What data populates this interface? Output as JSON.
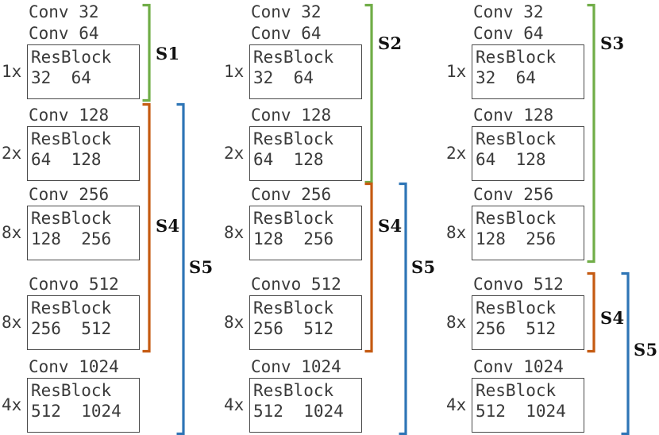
{
  "figure": {
    "type": "neural-network-architecture-diagram",
    "description": "Three variants of a darknet-style backbone showing which residual stages each scale S1-S5 draws features from.",
    "colors": {
      "green": "#70AD47",
      "orange": "#C55A11",
      "blue": "#2E75B6",
      "box_border": "#4a4a4a",
      "text": "#3a3a3a",
      "label_text": "#111111",
      "background": "#ffffff"
    }
  },
  "stages": [
    {
      "id": "stage-1",
      "conv": "Conv 32",
      "conv_extra": "Conv 64",
      "multiplier": "1x",
      "block_name": "ResBlock",
      "block_channels": "32  64"
    },
    {
      "id": "stage-2",
      "conv": "Conv 128",
      "multiplier": "2x",
      "block_name": "ResBlock",
      "block_channels": "64  128"
    },
    {
      "id": "stage-3",
      "conv": "Conv 256",
      "multiplier": "8x",
      "block_name": "ResBlock",
      "block_channels": "128  256"
    },
    {
      "id": "stage-4",
      "conv": "Convo 512",
      "multiplier": "8x",
      "block_name": "ResBlock",
      "block_channels": "256  512"
    },
    {
      "id": "stage-5",
      "conv": "Conv 1024",
      "multiplier": "4x",
      "block_name": "ResBlock",
      "block_channels": "512  1024"
    }
  ],
  "columns": [
    {
      "id": "column-1",
      "brackets": [
        {
          "id": "c1-s1",
          "label": "S1",
          "color": "green",
          "spans": "stage 1"
        },
        {
          "id": "c1-s4",
          "label": "S4",
          "color": "orange",
          "spans": "stages 2-4"
        },
        {
          "id": "c1-s5",
          "label": "S5",
          "color": "blue",
          "spans": "stages 2-5"
        }
      ]
    },
    {
      "id": "column-2",
      "brackets": [
        {
          "id": "c2-s2",
          "label": "S2",
          "color": "green",
          "spans": "stages 1-2"
        },
        {
          "id": "c2-s4",
          "label": "S4",
          "color": "orange",
          "spans": "stages 3-4"
        },
        {
          "id": "c2-s5",
          "label": "S5",
          "color": "blue",
          "spans": "stages 3-5"
        }
      ]
    },
    {
      "id": "column-3",
      "brackets": [
        {
          "id": "c3-s3",
          "label": "S3",
          "color": "green",
          "spans": "stages 1-3"
        },
        {
          "id": "c3-s4",
          "label": "S4",
          "color": "orange",
          "spans": "stage 4"
        },
        {
          "id": "c3-s5",
          "label": "S5",
          "color": "blue",
          "spans": "stages 4-5"
        }
      ]
    }
  ]
}
